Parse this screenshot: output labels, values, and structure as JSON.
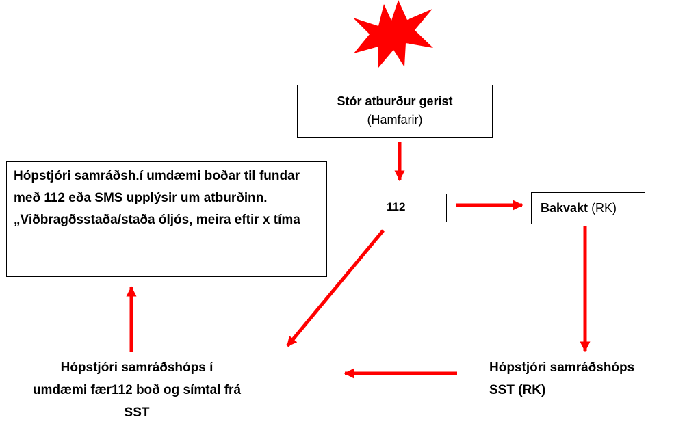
{
  "event_box": {
    "title": "Stór atburður gerist",
    "subtitle": "(Hamfarir)"
  },
  "box_112": {
    "label": "112"
  },
  "bakvakt_box": {
    "bold": "Bakvakt",
    "rest": "(RK)"
  },
  "group_box": {
    "text": "Hópstjóri samráðsh.í umdæmi boðar til fundar með 112 eða SMS upplýsir um atburðinn. „Viðbragðsstaða/staða óljós, meira eftir x tíma"
  },
  "local_leader": {
    "line1": "Hópstjóri samráðshóps í",
    "line2": "umdæmi fær112 boð og símtal frá SST"
  },
  "sst_leader": {
    "line1": "Hópstjóri samráðshóps",
    "line2": "SST (RK)"
  },
  "colors": {
    "arrow": "#ff0000",
    "starburst": "#ff0000",
    "border": "#000000"
  }
}
